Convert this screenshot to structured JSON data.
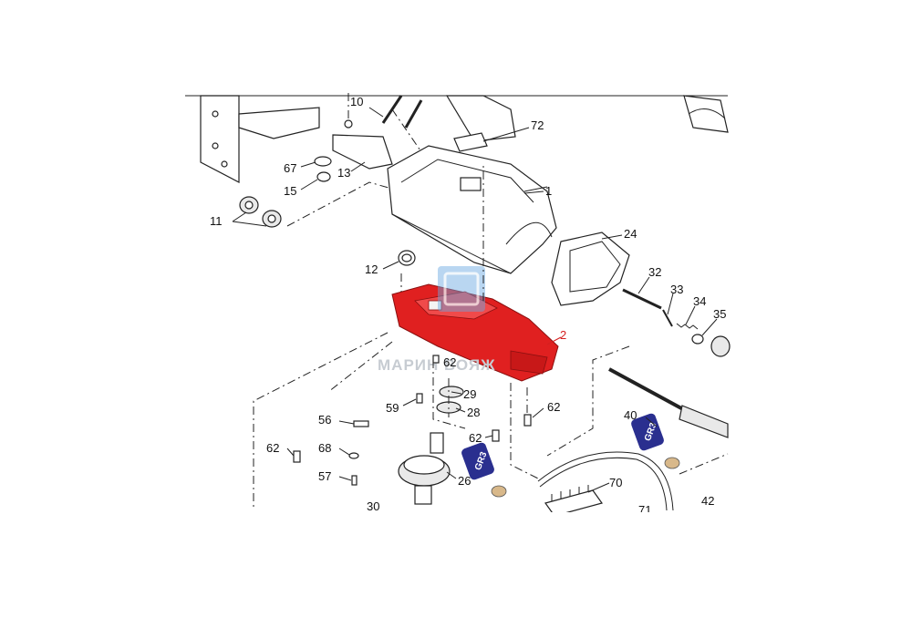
{
  "labels": {
    "p1": "1",
    "p2": "2",
    "p10": "10",
    "p11": "11",
    "p12": "12",
    "p13": "13",
    "p15": "15",
    "p24": "24",
    "p26": "26",
    "p28": "28",
    "p29": "29",
    "p30": "30",
    "p32": "32",
    "p33": "33",
    "p34": "34",
    "p35": "35",
    "p40": "40",
    "p42": "42",
    "p56": "56",
    "p57": "57",
    "p59": "59",
    "p62a": "62",
    "p62b": "62",
    "p62c": "62",
    "p62d": "62",
    "p67": "67",
    "p68": "68",
    "p70": "70",
    "p71": "71",
    "p72": "72"
  },
  "grease_tags": {
    "left": "GR3",
    "right": "GR3"
  },
  "watermark": "МАРИН ВОЯЖ",
  "colors": {
    "highlight": "#e02020",
    "grease_tag": "#2a2f8f",
    "grease_blob": "#d8b88a",
    "logo": "#6aa7e0"
  }
}
